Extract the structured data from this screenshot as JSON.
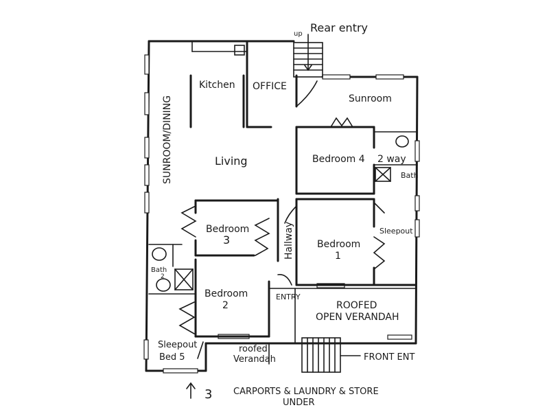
{
  "rooms": {
    "rear_entry": "Rear entry",
    "up_arrow_label": "up",
    "kitchen": "Kitchen",
    "office": "OFFICE",
    "sunroom": "Sunroom",
    "sunroom_dining": "SUNROOM/DINING",
    "living": "Living",
    "bedroom4": "Bedroom 4",
    "two_way": "2 way",
    "bath": "Bath",
    "bedroom3_label": "Bedroom",
    "bedroom3_num": "3",
    "hallway": "Hallway",
    "bedroom1_label": "Bedroom",
    "bedroom1_num": "1",
    "sleepout": "Sleepout",
    "bath2_label": "Bath",
    "bath2_num": "2",
    "bedroom2_label": "Bedroom",
    "bedroom2_num": "2",
    "entry": "ENTRY",
    "roofed_line1": "ROOFED",
    "roofed_line2": "OPEN VERANDAH",
    "sleepout_bed5_line1": "Sleepout",
    "sleepout_bed5_line2": "Bed 5",
    "roofed_verandah_line1": "roofed",
    "roofed_verandah_line2": "Verandah",
    "front_entry": "FRONT ENT"
  },
  "footer": {
    "arrow_count": "3",
    "line1": "CARPORTS & LAUNDRY & STORE",
    "line2": "UNDER"
  }
}
